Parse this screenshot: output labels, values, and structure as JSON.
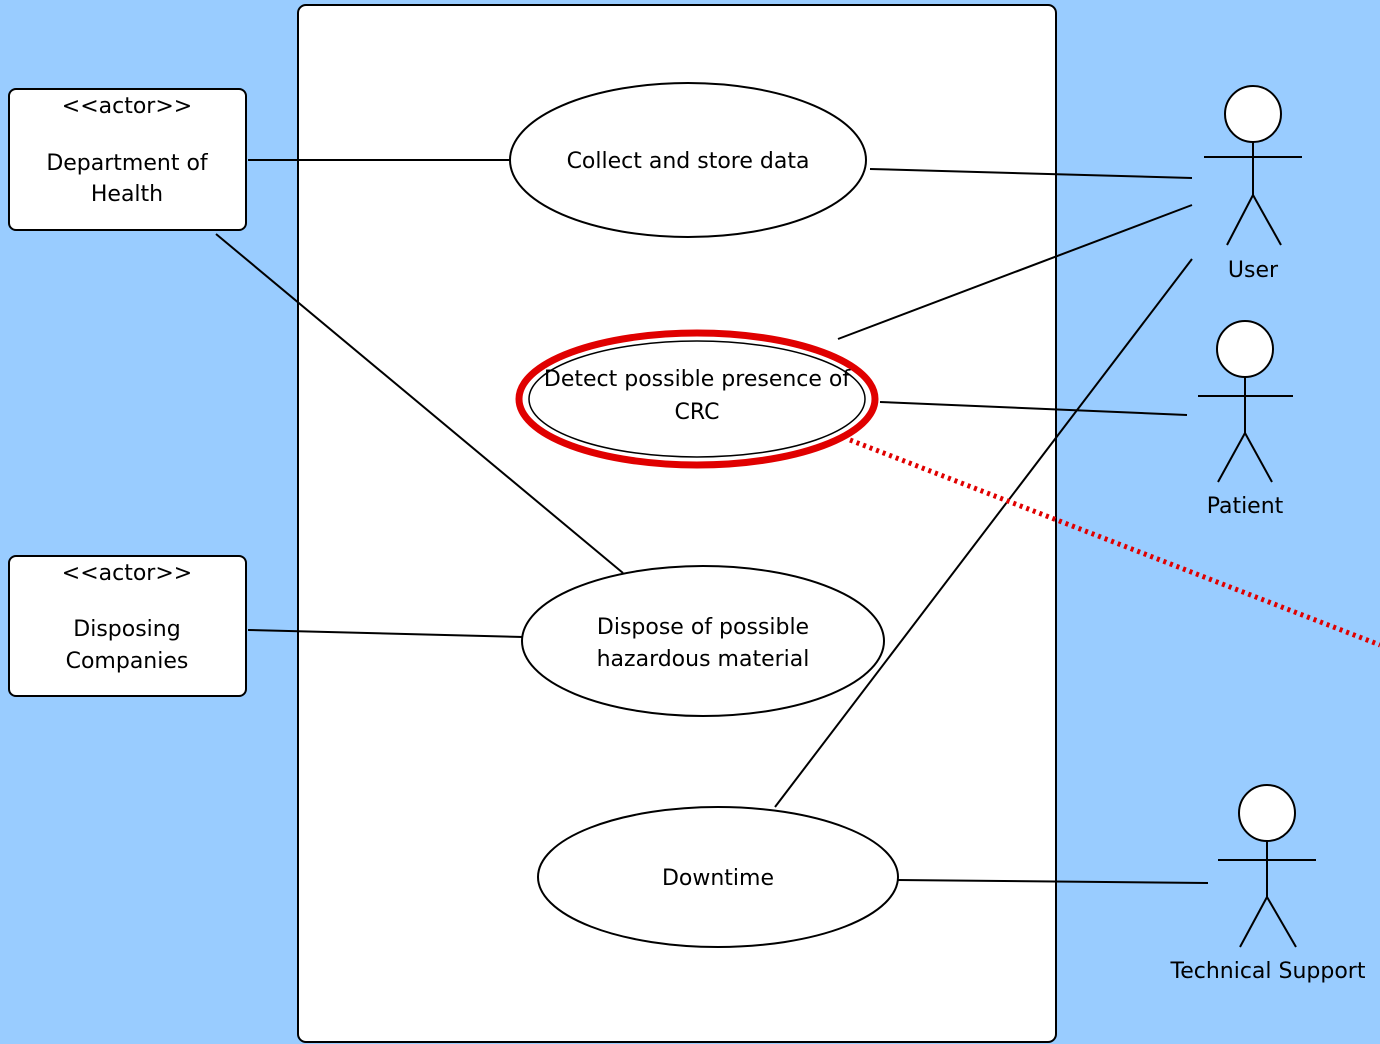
{
  "diagram": {
    "background_color": "#99ccff",
    "highlight_color": "#e00000",
    "stereotype_label": "<<actor>>",
    "external_actors": [
      {
        "id": "doh",
        "lines": [
          "Department of",
          "Health"
        ]
      },
      {
        "id": "disp",
        "lines": [
          "Disposing",
          "Companies"
        ]
      }
    ],
    "use_cases": [
      {
        "id": "collect",
        "lines": [
          "Collect and store data"
        ],
        "highlighted": false
      },
      {
        "id": "detect",
        "lines": [
          "Detect possible presence of",
          "CRC"
        ],
        "highlighted": true
      },
      {
        "id": "dispose",
        "lines": [
          "Dispose of possible",
          "hazardous material"
        ],
        "highlighted": false
      },
      {
        "id": "downtime",
        "lines": [
          "Downtime"
        ],
        "highlighted": false
      }
    ],
    "stick_actors": [
      {
        "id": "user",
        "label": "User"
      },
      {
        "id": "patient",
        "label": "Patient"
      },
      {
        "id": "techsupport",
        "label": "Technical Support"
      }
    ],
    "associations": [
      {
        "from": "doh",
        "to": "collect"
      },
      {
        "from": "doh",
        "to": "dispose"
      },
      {
        "from": "disp",
        "to": "dispose"
      },
      {
        "from": "collect",
        "to": "user"
      },
      {
        "from": "detect",
        "to": "user"
      },
      {
        "from": "downtime",
        "to": "user"
      },
      {
        "from": "detect",
        "to": "patient"
      },
      {
        "from": "downtime",
        "to": "techsupport"
      }
    ],
    "dotted_connector": {
      "from": "detect",
      "style": "dotted",
      "color": "#e00000"
    }
  }
}
